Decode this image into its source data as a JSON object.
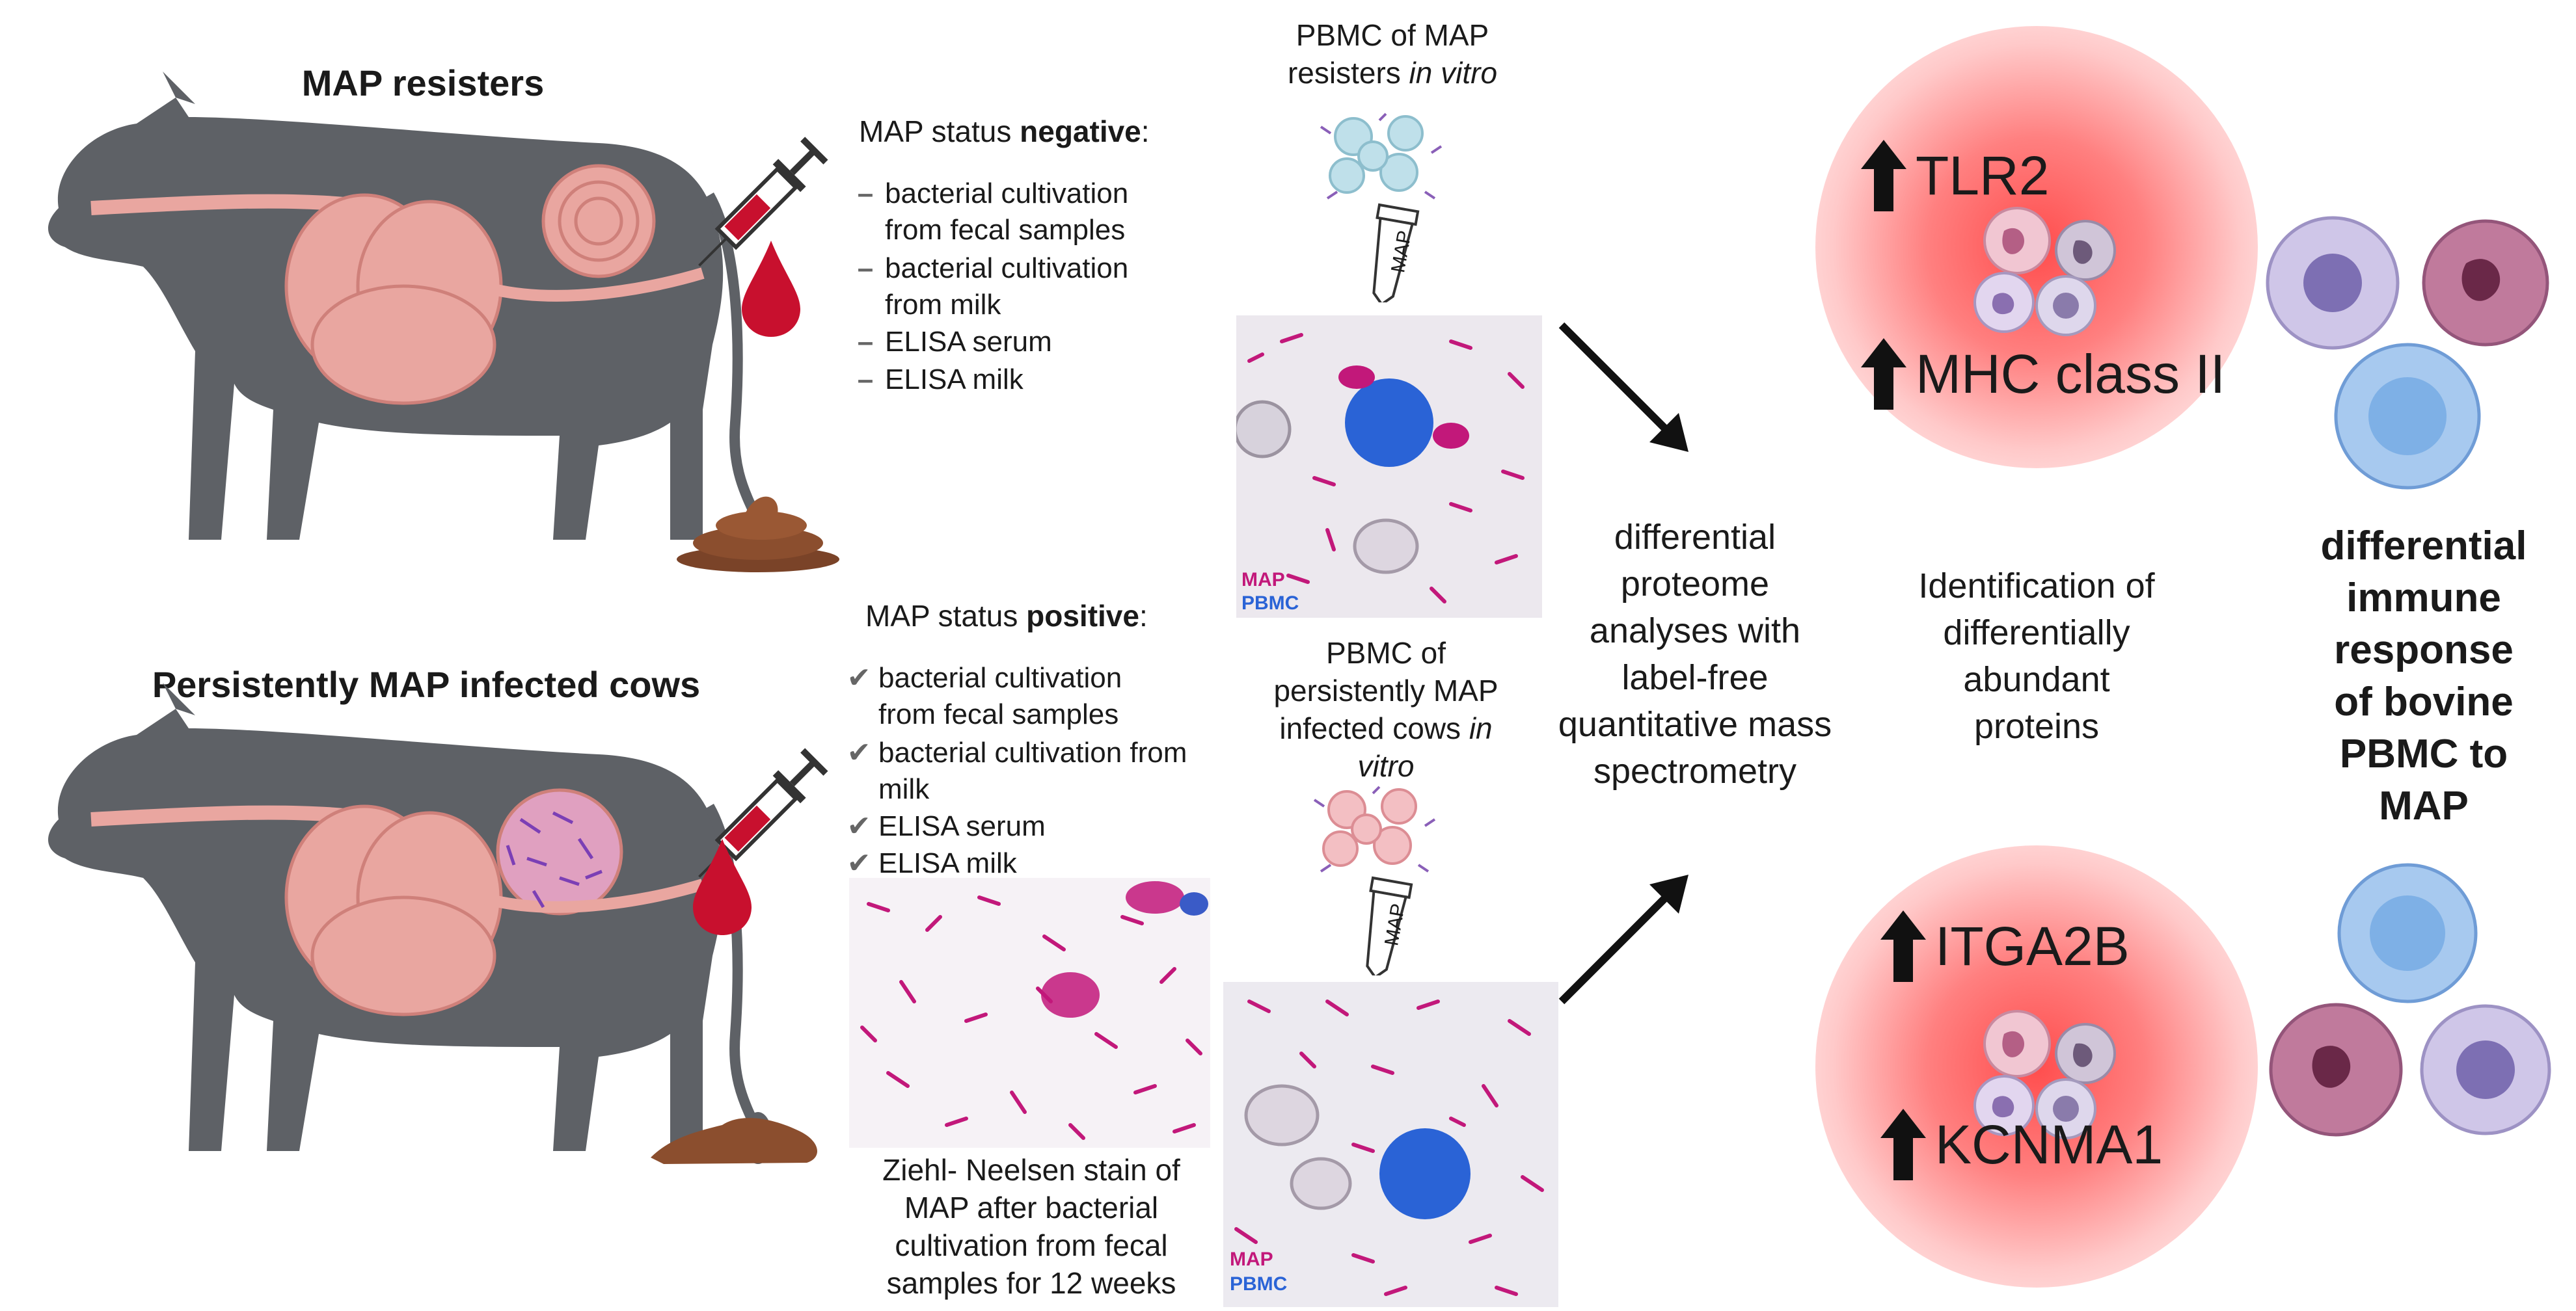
{
  "left": {
    "resisters_title": "MAP resisters",
    "infected_title": "Persistently MAP infected cows"
  },
  "negative": {
    "prefix": "MAP status ",
    "bold": "negative",
    "suffix": ":",
    "items": [
      {
        "line1": "bacterial cultivation",
        "line2": "from fecal samples"
      },
      {
        "line1": "bacterial cultivation",
        "line2": "from milk"
      },
      {
        "line1": "ELISA serum",
        "line2": ""
      },
      {
        "line1": "ELISA milk",
        "line2": ""
      }
    ]
  },
  "positive": {
    "prefix": "MAP status ",
    "bold": "positive",
    "suffix": ":",
    "items": [
      {
        "line1": "bacterial cultivation",
        "line2": "from fecal samples"
      },
      {
        "line1": "bacterial cultivation from",
        "line2": "milk"
      },
      {
        "line1": "ELISA serum",
        "line2": ""
      },
      {
        "line1": "ELISA milk",
        "line2": ""
      }
    ]
  },
  "pbmc_resisters": {
    "line1": "PBMC of MAP",
    "line2": "resisters ",
    "italic": "in vitro"
  },
  "pbmc_infected": {
    "line1": "PBMC of",
    "line2": "persistently MAP",
    "line3": "infected cows ",
    "italic1": "in",
    "italic2": "vitro"
  },
  "tube_label": "MAP",
  "stain_labels": {
    "map": "MAP",
    "pbmc": "PBMC"
  },
  "ziehl_caption": [
    "Ziehl- Neelsen stain of",
    "MAP after bacterial",
    "cultivation from fecal",
    "samples for 12 weeks"
  ],
  "proteome_text": [
    "differential",
    "proteome",
    "analyses with",
    "label-free",
    "quantitative mass",
    "spectrometry"
  ],
  "identification_text": [
    "Identification of",
    "differentially",
    "abundant",
    "proteins"
  ],
  "proteins_top": [
    "TLR2",
    "MHC class II"
  ],
  "proteins_bottom": [
    "ITGA2B",
    "KCNMA1"
  ],
  "final_text": [
    "differential",
    "immune",
    "response",
    "of bovine",
    "PBMC to",
    "MAP"
  ],
  "colors": {
    "cow": "#5e6166",
    "gut": "#e9a6a0",
    "blood": "#c8102e",
    "map_stain": "#c2187a",
    "pbmc_stain": "#2a63d6",
    "glow": "#ff4d4d"
  }
}
